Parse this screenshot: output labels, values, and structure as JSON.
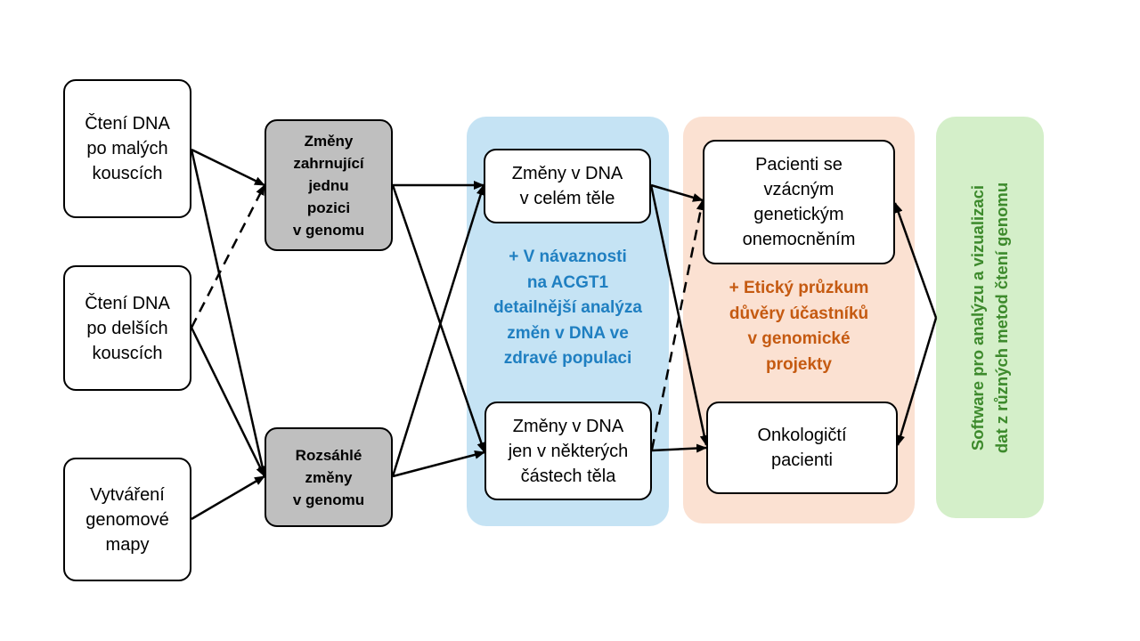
{
  "colors": {
    "blue_panel": "#c5e3f4",
    "peach_panel": "#fbe1d2",
    "green_panel": "#d4efc9",
    "blue_text": "#1f7fc1",
    "orange_text": "#c55a11",
    "green_text": "#3d8a2c",
    "gray_box": "#bfbfbf"
  },
  "inputs": {
    "short_reads": "Čtení DNA\npo malých\nkouscích",
    "long_reads": "Čtení DNA\npo delších\nkouscích",
    "genome_map": "Vytváření\ngenomové\nmapy"
  },
  "variant_types": {
    "single_position": "Změny\nzahrnující\njednu\npozici\nv genomu",
    "large_changes": "Rozsáhlé\nzměny\nv genomu"
  },
  "dna_changes": {
    "whole_body": "Změny v DNA\nv celém těle",
    "some_parts": "Změny v DNA\njen v některých\nčástech těla",
    "note": "+ V návaznosti\nna ACGT1\ndetailnější analýza\nzměn v DNA ve\nzdravé populaci"
  },
  "patients": {
    "rare_disease": "Pacienti se\nvzácným\ngenetickým\nonemocněním",
    "oncology": "Onkologičtí\npacienti",
    "note": "+ Etický průzkum\ndůvěry účastníků\nv genomické\nprojekty"
  },
  "software": {
    "label": "Software pro analýzu a vizualizaci\ndat z různých metod čtení genomu"
  }
}
